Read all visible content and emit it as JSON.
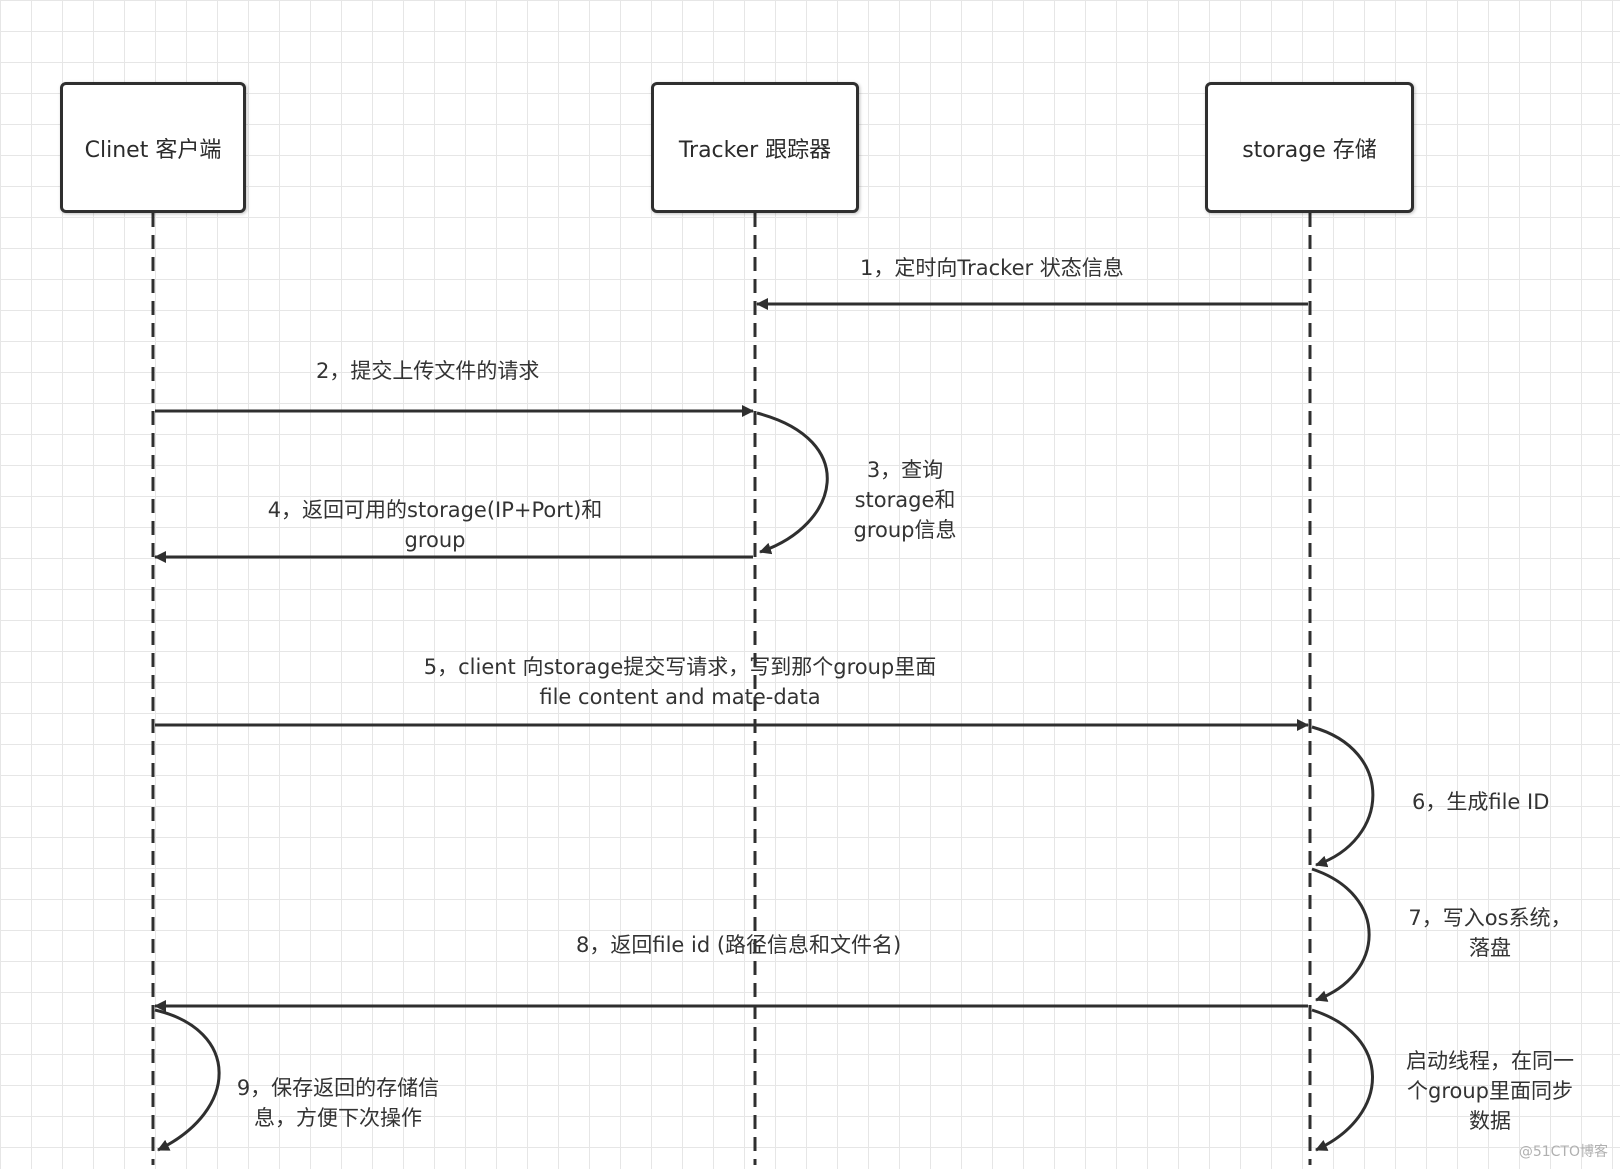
{
  "actors": {
    "client": "Clinet 客户端",
    "tracker": "Tracker 跟踪器",
    "storage": "storage 存储"
  },
  "steps": {
    "s1": "1，定时向Tracker 状态信息",
    "s2": "2，提交上传文件的请求",
    "s3": [
      "3，查询",
      "storage和",
      "group信息"
    ],
    "s4": [
      "4，返回可用的storage(IP+Port)和",
      "group"
    ],
    "s5": [
      "5，client 向storage提交写请求，写到那个group里面",
      "file content and mate-data"
    ],
    "s6": "6，生成file ID",
    "s7": [
      "7，写入os系统，",
      "落盘"
    ],
    "s8": "8，返回file id (路径信息和文件名)",
    "s9": [
      "9，保存返回的存储信",
      "息，方便下次操作"
    ],
    "s10": [
      "启动线程，在同一",
      "个group里面同步",
      "数据"
    ]
  },
  "watermark": "@51CTO博客"
}
